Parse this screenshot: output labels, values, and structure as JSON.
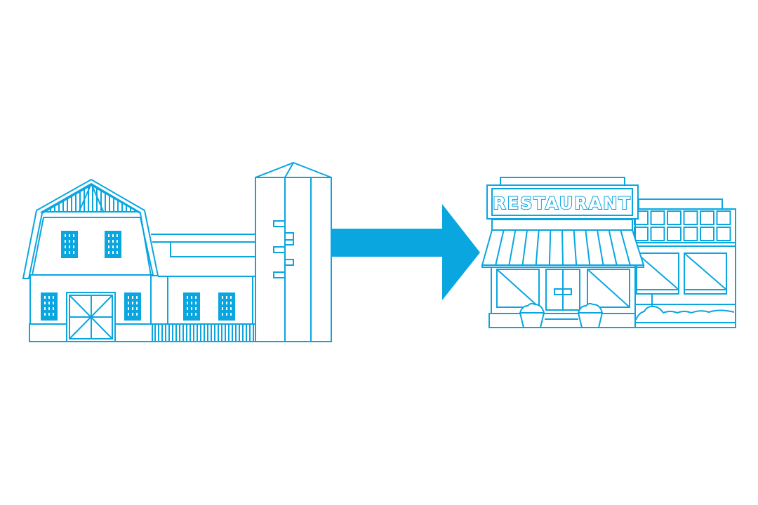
{
  "illustration": {
    "left": "barn-with-silo",
    "arrow": "right-arrow",
    "right": "restaurant-storefront",
    "sign_text": "RESTAURANT"
  },
  "colors": {
    "line": "#0aa6e0",
    "background": "#ffffff"
  }
}
